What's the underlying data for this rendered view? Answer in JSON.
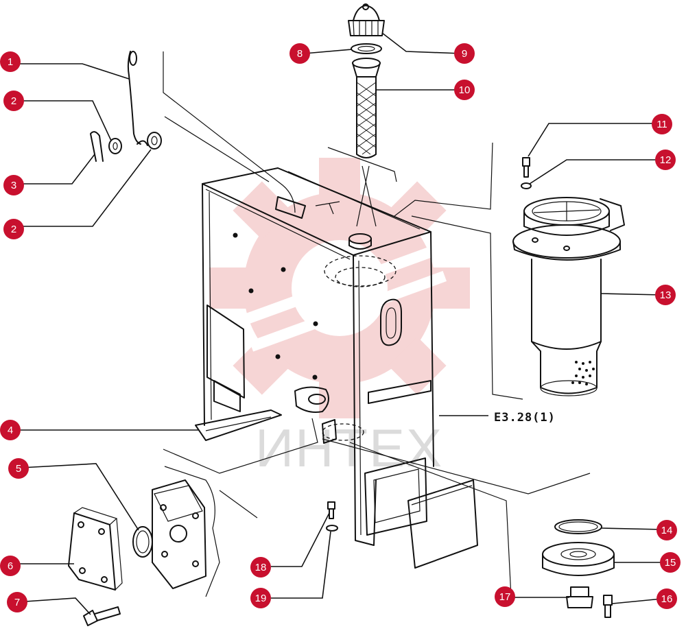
{
  "figure": {
    "reference": "E3.28(1)",
    "watermark": "ИНТЕХ",
    "colors": {
      "callout": "#c8102e",
      "watermark": "#e06a6a",
      "ink": "#111111"
    }
  },
  "callouts": [
    {
      "number": "1"
    },
    {
      "number": "2"
    },
    {
      "number": "3"
    },
    {
      "number": "2"
    },
    {
      "number": "4"
    },
    {
      "number": "5"
    },
    {
      "number": "6"
    },
    {
      "number": "7"
    },
    {
      "number": "8"
    },
    {
      "number": "9"
    },
    {
      "number": "10"
    },
    {
      "number": "11"
    },
    {
      "number": "12"
    },
    {
      "number": "13"
    },
    {
      "number": "14"
    },
    {
      "number": "15"
    },
    {
      "number": "16"
    },
    {
      "number": "17"
    },
    {
      "number": "18"
    },
    {
      "number": "19"
    }
  ]
}
